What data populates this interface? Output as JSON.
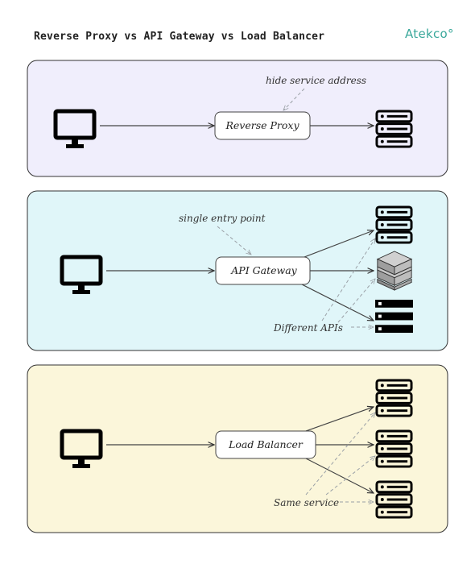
{
  "header": {
    "title": "Reverse Proxy vs API Gateway vs Load Balancer",
    "brand": "Atekco°"
  },
  "colors": {
    "panel_reverse_proxy": "#f0eefc",
    "panel_api_gateway": "#e0f6f9",
    "panel_load_balancer": "#fbf6da"
  },
  "panels": {
    "reverse_proxy": {
      "node_label": "Reverse Proxy",
      "annotation": "hide service address"
    },
    "api_gateway": {
      "node_label": "API Gateway",
      "annotation_top": "single entry point",
      "annotation_bottom": "Different APIs"
    },
    "load_balancer": {
      "node_label": "Load Balancer",
      "annotation": "Same service"
    }
  }
}
